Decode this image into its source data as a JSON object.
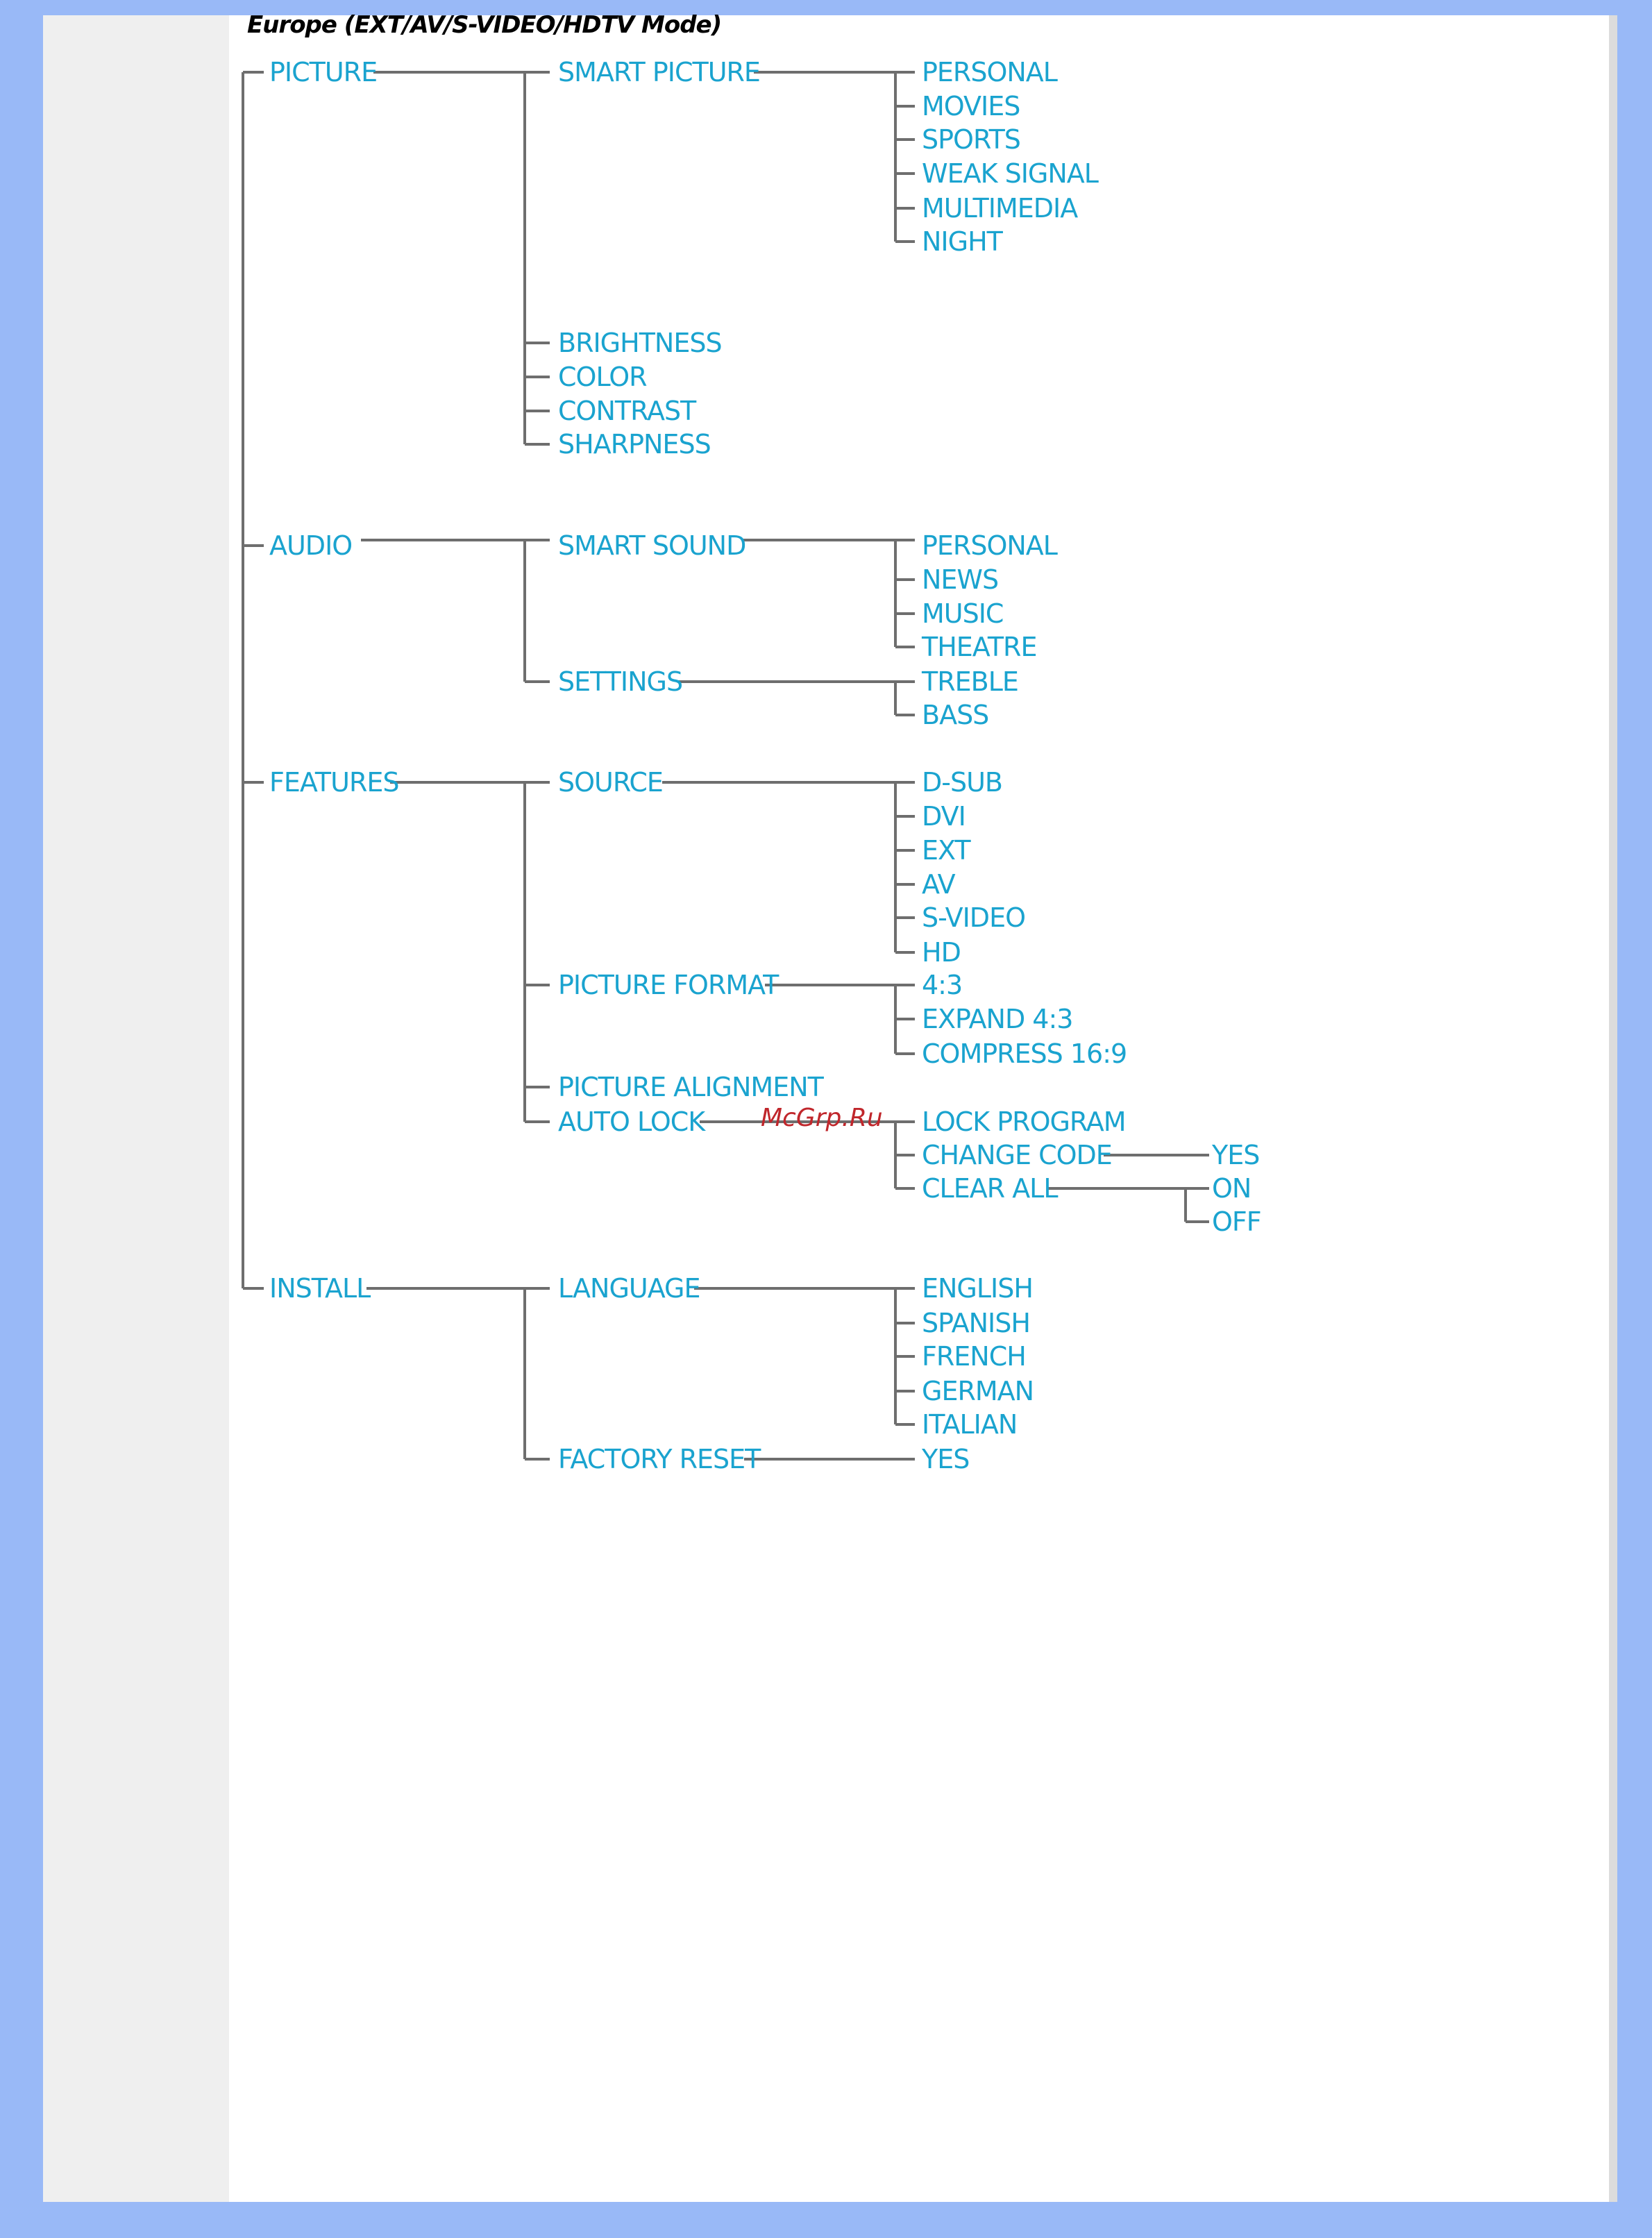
{
  "heading": "Europe (EXT/AV/S-VIDEO/HDTV Mode)",
  "watermark": "McGrp.Ru",
  "colors": {
    "label": "#1aa3cf",
    "line": "#6e6e6e",
    "page_bg": "#99b9f7"
  },
  "menu": {
    "picture": {
      "label": "PICTURE",
      "smart_picture": {
        "label": "SMART PICTURE",
        "items": [
          "PERSONAL",
          "MOVIES",
          "SPORTS",
          "WEAK SIGNAL",
          "MULTIMEDIA",
          "NIGHT"
        ]
      },
      "adjust": [
        "BRIGHTNESS",
        "COLOR",
        "CONTRAST",
        "SHARPNESS"
      ]
    },
    "audio": {
      "label": "AUDIO",
      "smart_sound": {
        "label": "SMART SOUND",
        "items": [
          "PERSONAL",
          "NEWS",
          "MUSIC",
          "THEATRE"
        ]
      },
      "settings": {
        "label": "SETTINGS",
        "items": [
          "TREBLE",
          "BASS"
        ]
      }
    },
    "features": {
      "label": "FEATURES",
      "source": {
        "label": "SOURCE",
        "items": [
          "D-SUB",
          "DVI",
          "EXT",
          "AV",
          "S-VIDEO",
          "HD"
        ]
      },
      "picture_format": {
        "label": "PICTURE FORMAT",
        "items": [
          "4:3",
          "EXPAND 4:3",
          "COMPRESS 16:9"
        ]
      },
      "picture_alignment": "PICTURE ALIGNMENT",
      "auto_lock": {
        "label": "AUTO LOCK",
        "lock_program": "LOCK PROGRAM",
        "change_code": {
          "label": "CHANGE CODE",
          "value": "YES"
        },
        "clear_all": {
          "label": "CLEAR ALL",
          "items": [
            "ON",
            "OFF"
          ]
        }
      }
    },
    "install": {
      "label": "INSTALL",
      "language": {
        "label": "LANGUAGE",
        "items": [
          "ENGLISH",
          "SPANISH",
          "FRENCH",
          "GERMAN",
          "ITALIAN"
        ]
      },
      "factory_reset": {
        "label": "FACTORY RESET",
        "value": "YES"
      }
    }
  }
}
